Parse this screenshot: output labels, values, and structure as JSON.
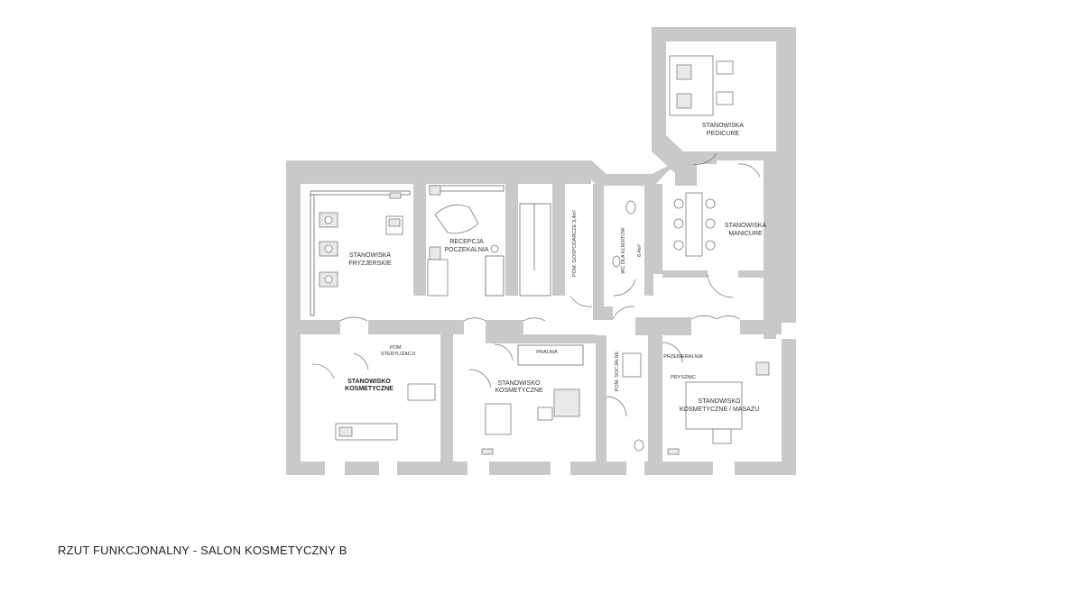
{
  "caption": "RZUT FUNKCJONALNY - SALON KOSMETYCZNY B",
  "rooms": {
    "pedicure": [
      "STANOWISKA",
      "PEDICURE"
    ],
    "manicure": [
      "STANOWISKA",
      "MANICURE"
    ],
    "fryzjerskie": [
      "STANOWISKA",
      "FRYZJERSKIE"
    ],
    "recepcja": [
      "RECEPCJA",
      "POCZEKALNIA"
    ],
    "gospodarcze": "POM. GOSPODARCZE 3,4m²",
    "wc_klientow": [
      "WC DLA KLIENTÓW",
      "6,4m²"
    ],
    "sterylizacja": [
      "POM.",
      "STERYLIZACJI"
    ],
    "kosmetyczne_left": [
      "STANOWISKO",
      "KOSMETYCZNE"
    ],
    "pralnia": "PRALNIA",
    "kosmetyczne_mid": [
      "STANOWISKO",
      "KOSMETYCZNE"
    ],
    "socjalne": "POM. SOCJALNE",
    "przebieralnia": "PRZEBIERALNIA",
    "prysznic": "PRYSZNIC",
    "masaz": [
      "STANOWISKO",
      "KOSMETYCZNE / MASAŻU"
    ]
  }
}
